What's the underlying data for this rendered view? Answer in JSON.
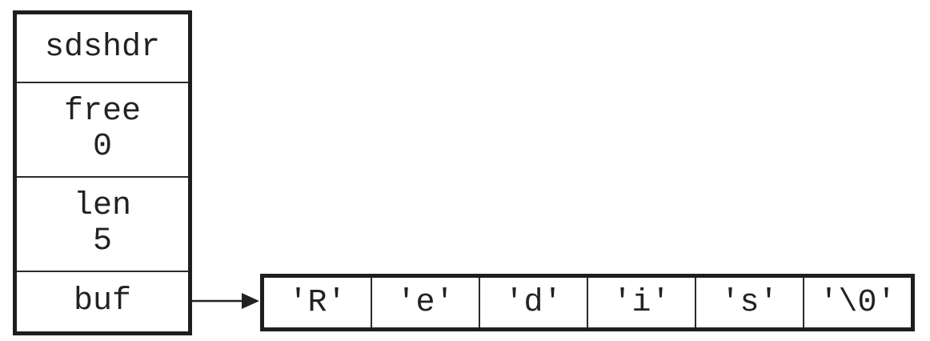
{
  "struct": {
    "title": "sdshdr",
    "free": {
      "label": "free",
      "value": "0"
    },
    "len": {
      "label": "len",
      "value": "5"
    },
    "buf": {
      "label": "buf"
    }
  },
  "buffer": {
    "cells": [
      "'R'",
      "'e'",
      "'d'",
      "'i'",
      "'s'",
      "'\\0'"
    ]
  }
}
